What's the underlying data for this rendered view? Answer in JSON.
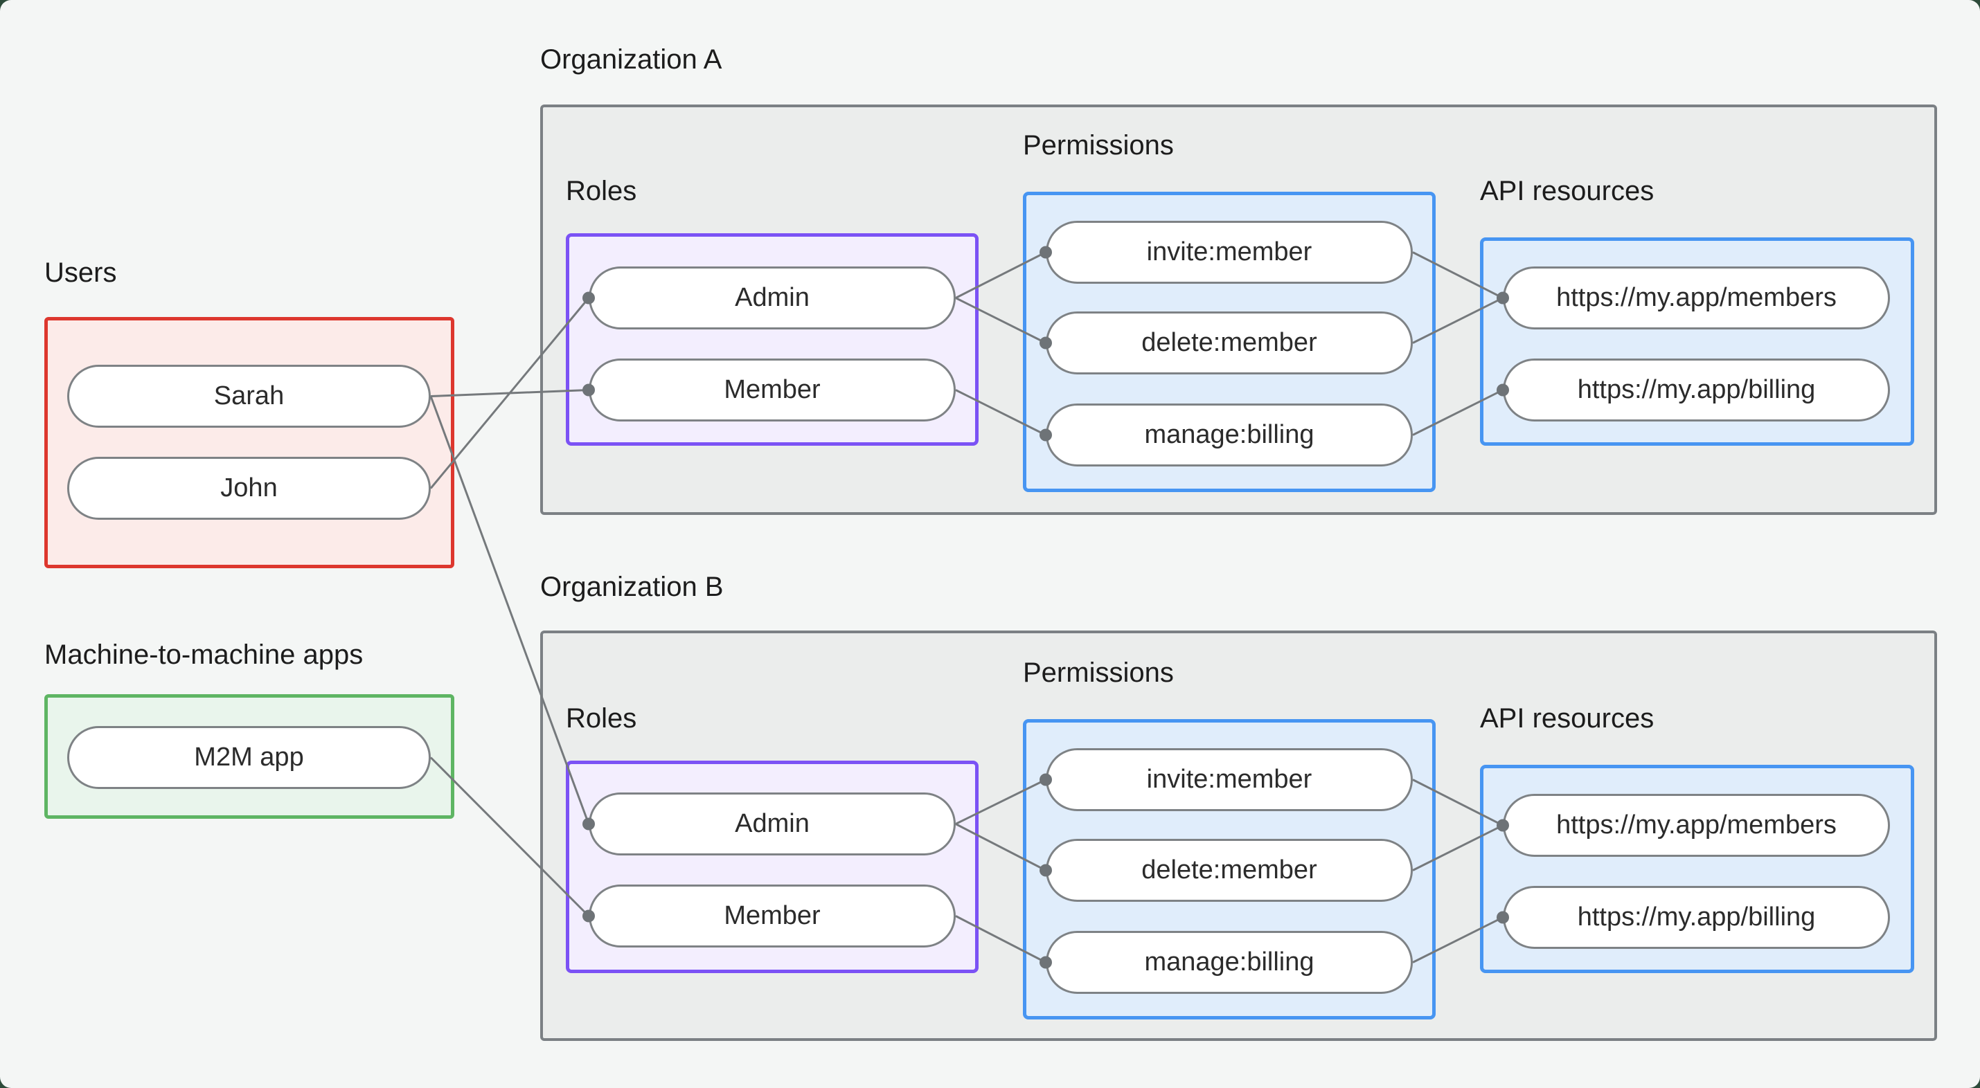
{
  "style": {
    "edge_color": "#75797c",
    "edge_width": 3,
    "port_color": "#6e7377",
    "port_radius": 9,
    "accent_red": "#dd372e",
    "accent_green": "#5eb563",
    "accent_purple": "#7b52f5",
    "accent_blue": "#4795f2",
    "org_border_gray": "#7b8084",
    "canvas_background": "#f4f6f5"
  },
  "groups": {
    "users": {
      "label": "Users",
      "items": [
        {
          "id": "sarah",
          "label": "Sarah"
        },
        {
          "id": "john",
          "label": "John"
        }
      ]
    },
    "m2m": {
      "label": "Machine-to-machine apps",
      "items": [
        {
          "id": "m2m-app",
          "label": "M2M app"
        }
      ]
    },
    "orgA": {
      "label": "Organization A",
      "roles": {
        "label": "Roles",
        "items": [
          {
            "id": "orgA-admin",
            "label": "Admin"
          },
          {
            "id": "orgA-member",
            "label": "Member"
          }
        ]
      },
      "permissions": {
        "label": "Permissions",
        "items": [
          {
            "id": "orgA-perm-invite",
            "label": "invite:member"
          },
          {
            "id": "orgA-perm-delete",
            "label": "delete:member"
          },
          {
            "id": "orgA-perm-manage",
            "label": "manage:billing"
          }
        ]
      },
      "api": {
        "label": "API resources",
        "items": [
          {
            "id": "orgA-api-members",
            "label": "https://my.app/members"
          },
          {
            "id": "orgA-api-billing",
            "label": "https://my.app/billing"
          }
        ]
      }
    },
    "orgB": {
      "label": "Organization B",
      "roles": {
        "label": "Roles",
        "items": [
          {
            "id": "orgB-admin",
            "label": "Admin"
          },
          {
            "id": "orgB-member",
            "label": "Member"
          }
        ]
      },
      "permissions": {
        "label": "Permissions",
        "items": [
          {
            "id": "orgB-perm-invite",
            "label": "invite:member"
          },
          {
            "id": "orgB-perm-delete",
            "label": "delete:member"
          },
          {
            "id": "orgB-perm-manage",
            "label": "manage:billing"
          }
        ]
      },
      "api": {
        "label": "API resources",
        "items": [
          {
            "id": "orgB-api-members",
            "label": "https://my.app/members"
          },
          {
            "id": "orgB-api-billing",
            "label": "https://my.app/billing"
          }
        ]
      }
    }
  },
  "edges": [
    {
      "from": "sarah",
      "to": "orgA-member"
    },
    {
      "from": "john",
      "to": "orgA-admin"
    },
    {
      "from": "sarah",
      "to": "orgB-admin"
    },
    {
      "from": "m2m-app",
      "to": "orgB-member"
    },
    {
      "from": "orgA-admin",
      "to": "orgA-perm-invite"
    },
    {
      "from": "orgA-admin",
      "to": "orgA-perm-delete"
    },
    {
      "from": "orgA-member",
      "to": "orgA-perm-manage"
    },
    {
      "from": "orgA-perm-invite",
      "to": "orgA-api-members"
    },
    {
      "from": "orgA-perm-delete",
      "to": "orgA-api-members"
    },
    {
      "from": "orgA-perm-manage",
      "to": "orgA-api-billing"
    },
    {
      "from": "orgB-admin",
      "to": "orgB-perm-invite"
    },
    {
      "from": "orgB-admin",
      "to": "orgB-perm-delete"
    },
    {
      "from": "orgB-member",
      "to": "orgB-perm-manage"
    },
    {
      "from": "orgB-perm-invite",
      "to": "orgB-api-members"
    },
    {
      "from": "orgB-perm-delete",
      "to": "orgB-api-members"
    },
    {
      "from": "orgB-perm-manage",
      "to": "orgB-api-billing"
    }
  ]
}
